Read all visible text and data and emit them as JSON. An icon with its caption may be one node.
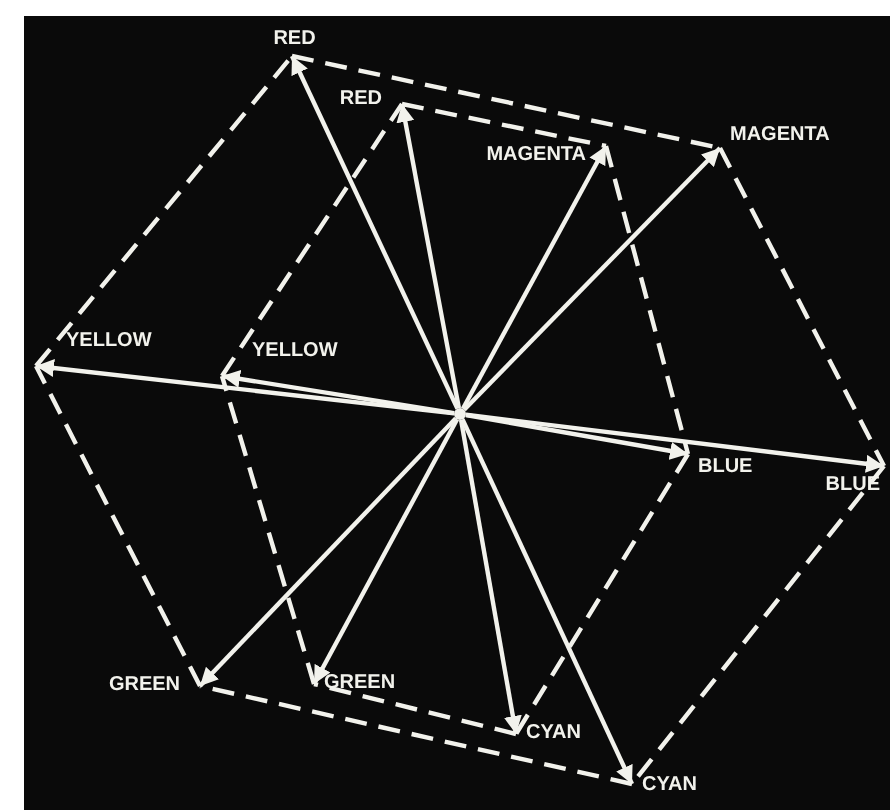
{
  "diagram": {
    "nodes": [
      {
        "text": [
          "RED"
        ]
      },
      {
        "text": [
          "RED"
        ]
      },
      {
        "text": [
          "MAGENTA"
        ]
      },
      {
        "text": [
          "MAGENTA"
        ]
      },
      {
        "text": [
          "YELLOW"
        ]
      },
      {
        "text": [
          "YELLOW"
        ]
      },
      {
        "text": [],
        "shape": "circle"
      },
      {
        "text": [
          "BLUE"
        ]
      },
      {
        "text": [
          "BLUE"
        ]
      },
      {
        "text": [
          "GREEN"
        ]
      },
      {
        "text": [
          "GREEN"
        ]
      },
      {
        "text": [
          "CYAN"
        ]
      },
      {
        "text": [
          "CYAN"
        ]
      }
    ],
    "edges": [
      {
        "from": 6,
        "to": 0,
        "arrow": "to"
      },
      {
        "from": 6,
        "to": 1,
        "arrow": "to"
      },
      {
        "from": 6,
        "to": 2,
        "arrow": "to"
      },
      {
        "from": 6,
        "to": 3,
        "arrow": "to"
      },
      {
        "from": 6,
        "to": 4,
        "arrow": "to"
      },
      {
        "from": 6,
        "to": 5,
        "arrow": "to"
      },
      {
        "from": 6,
        "to": 7,
        "arrow": "to"
      },
      {
        "from": 6,
        "to": 8,
        "arrow": "to"
      },
      {
        "from": 6,
        "to": 9,
        "arrow": "to"
      },
      {
        "from": 6,
        "to": 10,
        "arrow": "to"
      },
      {
        "from": 6,
        "to": 11,
        "arrow": "to"
      },
      {
        "from": 6,
        "to": 12,
        "arrow": "to"
      },
      {
        "from": 0,
        "to": 3,
        "arrow": "none",
        "style": "dashed"
      },
      {
        "from": 3,
        "to": 8,
        "arrow": "none",
        "style": "dashed"
      },
      {
        "from": 8,
        "to": 12,
        "arrow": "none",
        "style": "dashed"
      },
      {
        "from": 12,
        "to": 9,
        "arrow": "none",
        "style": "dashed"
      },
      {
        "from": 9,
        "to": 4,
        "arrow": "none",
        "style": "dashed"
      },
      {
        "from": 4,
        "to": 0,
        "arrow": "none",
        "style": "dashed"
      },
      {
        "from": 1,
        "to": 2,
        "arrow": "none",
        "style": "dashed"
      },
      {
        "from": 2,
        "to": 7,
        "arrow": "none",
        "style": "dashed"
      },
      {
        "from": 7,
        "to": 11,
        "arrow": "none",
        "style": "dashed"
      },
      {
        "from": 11,
        "to": 10,
        "arrow": "none",
        "style": "dashed"
      },
      {
        "from": 10,
        "to": 5,
        "arrow": "none",
        "style": "dashed"
      },
      {
        "from": 5,
        "to": 1,
        "arrow": "none",
        "style": "dashed"
      }
    ]
  }
}
